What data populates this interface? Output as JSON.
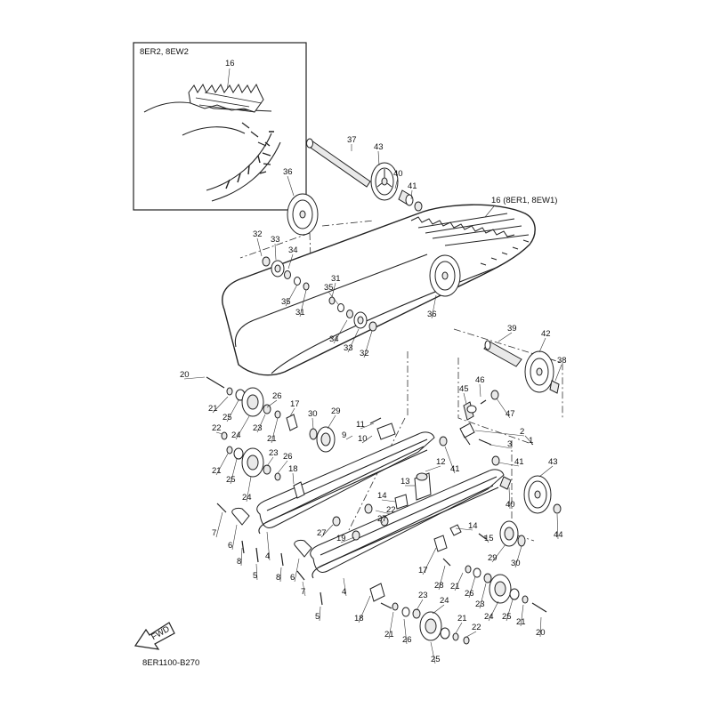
{
  "inset": {
    "title": "8ER2, 8EW2",
    "part": "16"
  },
  "track_label": "16 (8ER1, 8EW1)",
  "fwd_label": "FWD",
  "figure_code": "8ER1100-B270",
  "callouts": [
    "37",
    "43",
    "40",
    "41",
    "36",
    "32",
    "33",
    "34",
    "35",
    "31",
    "35",
    "31",
    "36",
    "34",
    "33",
    "32",
    "39",
    "42",
    "38",
    "20",
    "26",
    "21",
    "25",
    "24",
    "23",
    "17",
    "21",
    "30",
    "29",
    "11",
    "9",
    "10",
    "22",
    "23",
    "26",
    "21",
    "25",
    "24",
    "18",
    "45",
    "46",
    "47",
    "2",
    "3",
    "1",
    "12",
    "41",
    "41",
    "13",
    "14",
    "22",
    "27",
    "7",
    "6",
    "8",
    "5",
    "4",
    "27",
    "19",
    "15",
    "14",
    "43",
    "40",
    "44",
    "29",
    "30",
    "17",
    "28",
    "21",
    "26",
    "23",
    "24",
    "25",
    "21",
    "20",
    "7",
    "8",
    "6",
    "5",
    "4",
    "18",
    "21",
    "26",
    "23",
    "24",
    "25",
    "21",
    "22"
  ]
}
